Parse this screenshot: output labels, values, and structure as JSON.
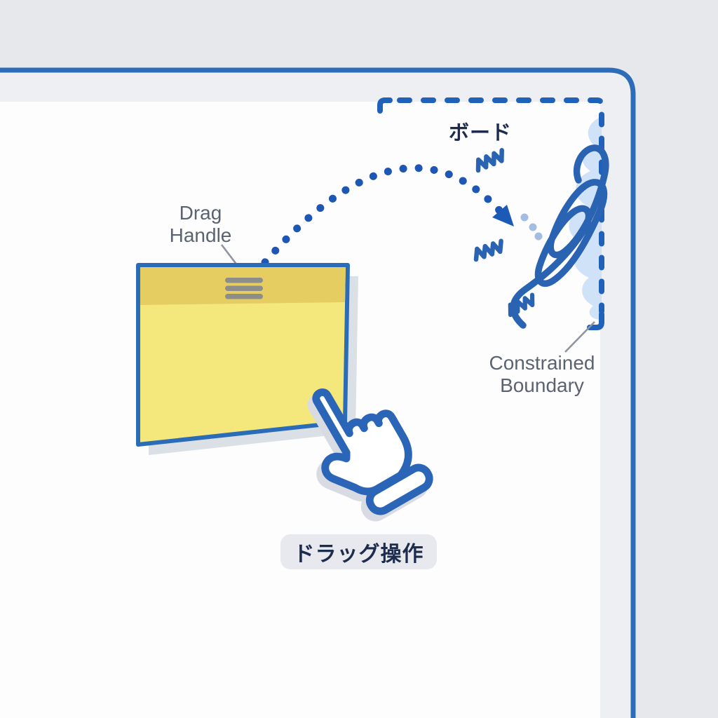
{
  "diagram": {
    "board_label": "ボード",
    "drag_handle_label": "Drag Handle",
    "constrained_boundary_label": "Constrained Boundary",
    "drag_operation_label": "ドラッグ操作"
  },
  "icons": {
    "drag_handle_icon": "three-horizontal-grip-bars",
    "hand_cursor_icon": "pointing-hand-cursor",
    "dotted_arc_arrow_icon": "dotted-arc-with-arrowhead",
    "zigzag_spring_icon": "vibration-zigzag",
    "bounce_scribble_icon": "scribble-loops",
    "dashed_boundary_icon": "dashed-corner-border",
    "impact_highlight_icon": "scalloped-blue-blob"
  },
  "colors": {
    "accent_blue": "#2363b6",
    "frame_blue": "#2c6cb8",
    "navy_text": "#1d2b4c",
    "gray_text": "#5c6370",
    "leader_line_gray": "#8f959e",
    "note_border": "#2b6cb8",
    "note_header_yellow": "#e5cd62",
    "note_body_yellow": "#f4e87c",
    "handle_bar_gray": "#8d8d8a",
    "impact_blob_blue": "#cbdff6",
    "board_white": "#fdfdfe",
    "background_gray": "#e6e8ec",
    "inner_margin_gray": "#edeff3",
    "pill_background": "#e7e9ee",
    "shadow_gray": "#dbdfe6"
  }
}
